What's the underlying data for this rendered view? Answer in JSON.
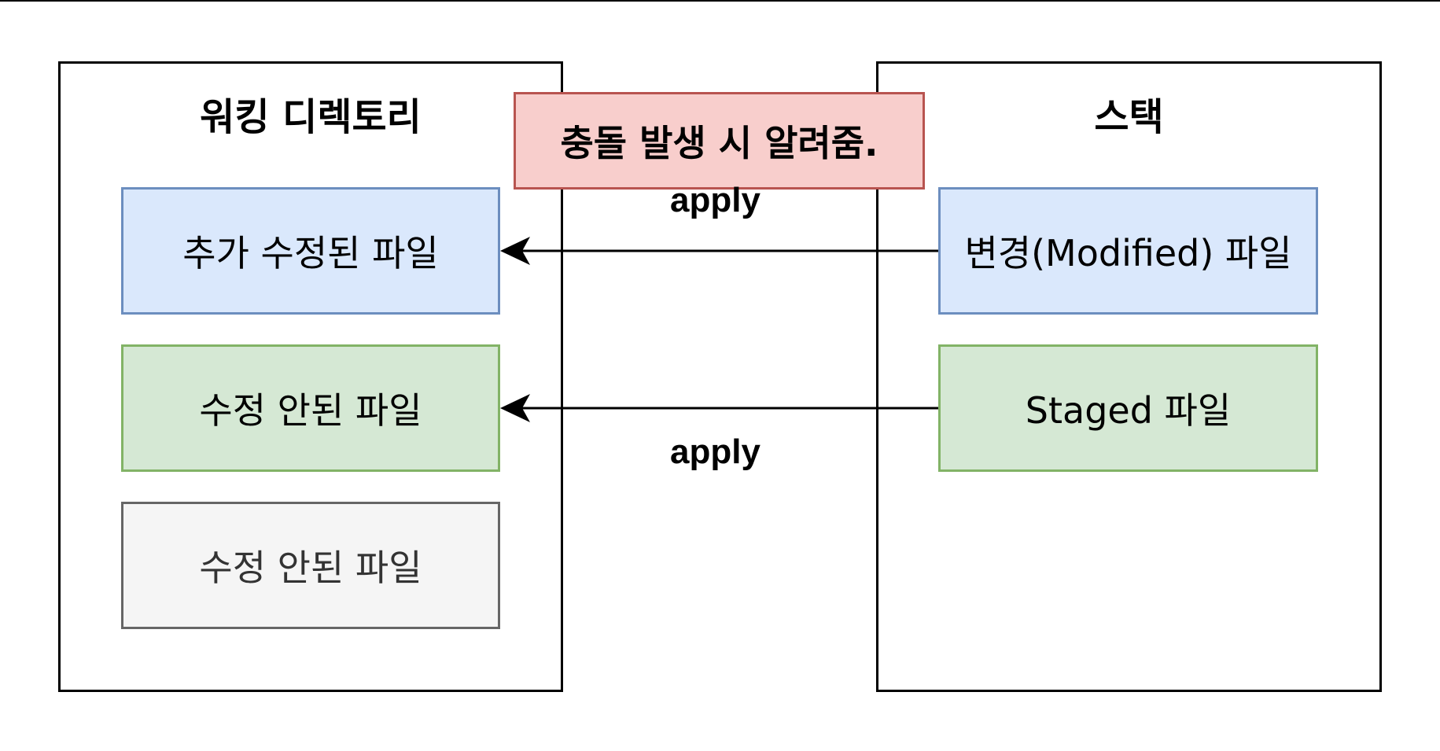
{
  "working_directory": {
    "title": "워킹 디렉토리",
    "files": [
      {
        "label": "추가 수정된 파일"
      },
      {
        "label": "수정 안된 파일"
      },
      {
        "label": "수정 안된 파일"
      }
    ]
  },
  "stash": {
    "title": "스택",
    "files": [
      {
        "label": "변경(Modified) 파일"
      },
      {
        "label": "Staged 파일"
      }
    ]
  },
  "conflict_note": "충돌 발생 시 알려줌.",
  "arrows": [
    {
      "label": "apply",
      "from": "stash.files.0",
      "to": "working_directory.files.0"
    },
    {
      "label": "apply",
      "from": "stash.files.1",
      "to": "working_directory.files.1"
    }
  ],
  "colors": {
    "blue_fill": "#dae8fc",
    "blue_stroke": "#6c8ebf",
    "green_fill": "#d5e8d4",
    "green_stroke": "#82b366",
    "gray_fill": "#f5f5f5",
    "gray_stroke": "#666666",
    "red_fill": "#f8cecc",
    "red_stroke": "#b85450"
  }
}
